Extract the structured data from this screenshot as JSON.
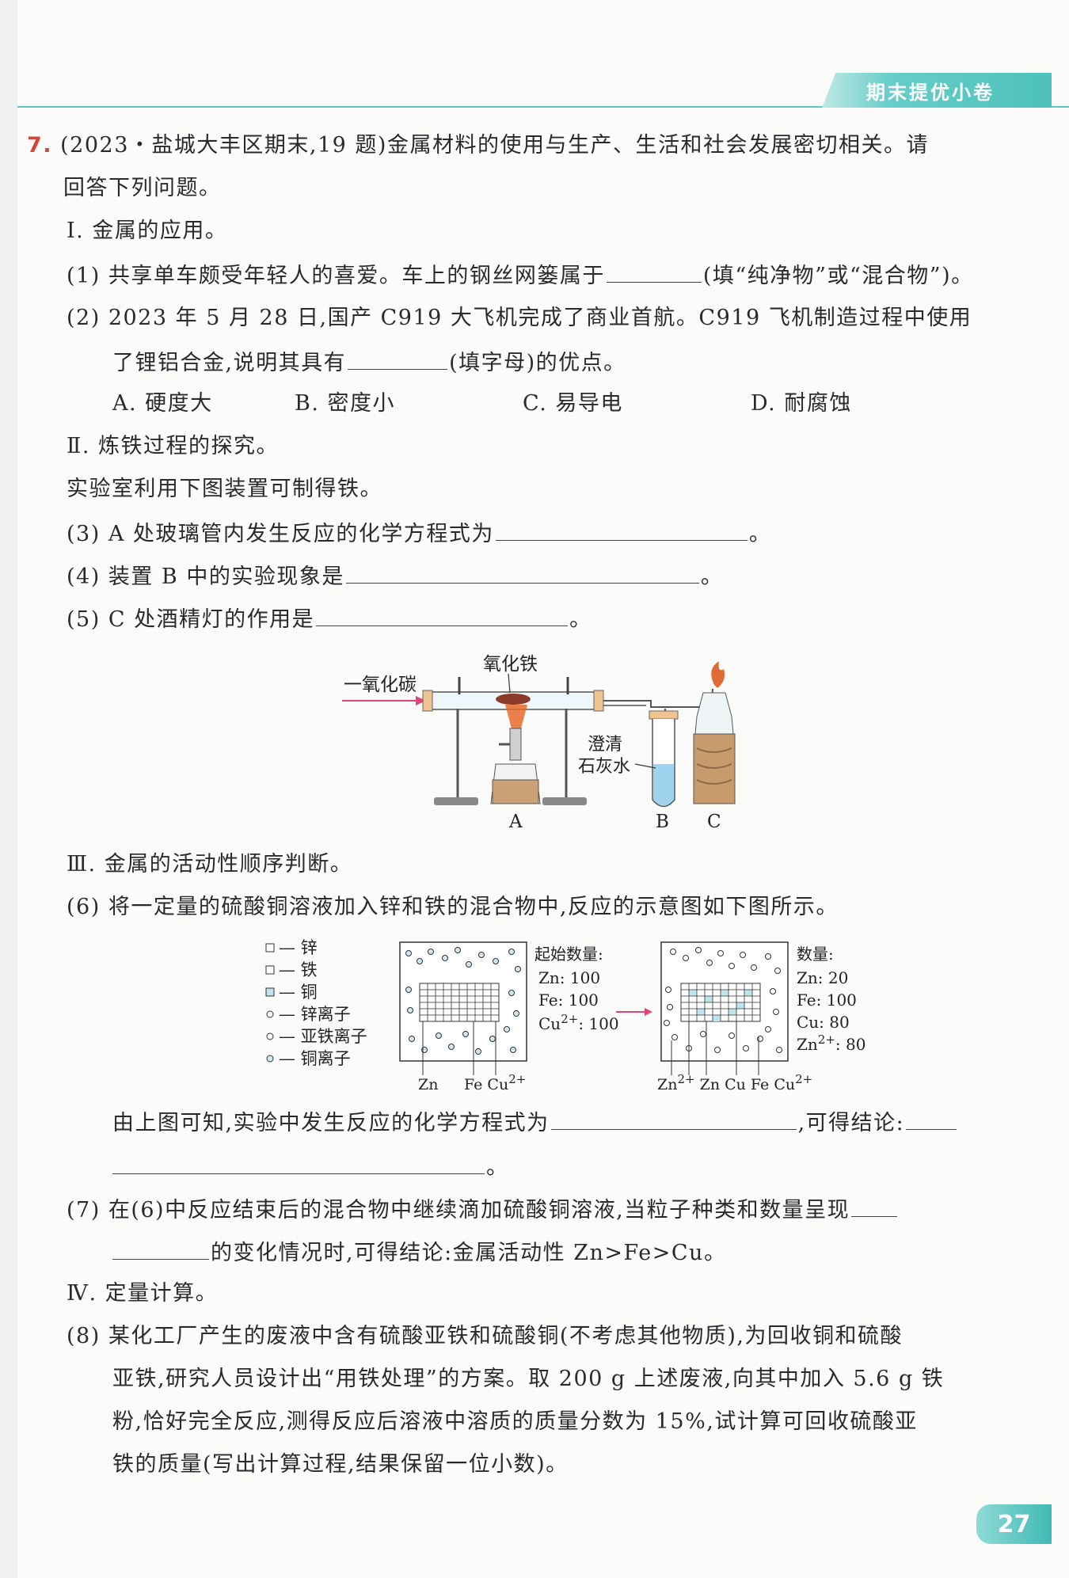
{
  "header": {
    "tab_label": "期末提优小卷"
  },
  "question": {
    "number": "7.",
    "intro_line1": "(2023・盐城大丰区期末,19 题)金属材料的使用与生产、生活和社会发展密切相关。请",
    "intro_line2": "回答下列问题。",
    "section1_title": "Ⅰ. 金属的应用。",
    "q1_a": "(1) 共享单车颇受年轻人的喜爱。车上的钢丝网篓属于",
    "q1_b": "(填“纯净物”或“混合物”)。",
    "q2_line1": "(2) 2023 年 5 月 28 日,国产 C919 大飞机完成了商业首航。C919 飞机制造过程中使用",
    "q2_a": "了锂铝合金,说明其具有",
    "q2_b": "(填字母)的优点。",
    "options": [
      "A. 硬度大",
      "B. 密度小",
      "C. 易导电",
      "D. 耐腐蚀"
    ],
    "section2_title": "Ⅱ. 炼铁过程的探究。",
    "section2_intro": "实验室利用下图装置可制得铁。",
    "q3": "(3) A 处玻璃管内发生反应的化学方程式为",
    "q4": "(4) 装置 B 中的实验现象是",
    "q5": "(5) C 处酒精灯的作用是",
    "period": "。",
    "section3_title": "Ⅲ. 金属的活动性顺序判断。",
    "q6": "(6) 将一定量的硫酸铜溶液加入锌和铁的混合物中,反应的示意图如下图所示。",
    "q6_after_a": "由上图可知,实验中发生反应的化学方程式为",
    "q6_after_b": ",可得结论:",
    "q7_a": "(7) 在(6)中反应结束后的混合物中继续滴加硫酸铜溶液,当粒子种类和数量呈现",
    "q7_b": "的变化情况时,可得结论:金属活动性 Zn>Fe>Cu。",
    "section4_title": "Ⅳ. 定量计算。",
    "q8_line1": "(8) 某化工厂产生的废液中含有硫酸亚铁和硫酸铜(不考虑其他物质),为回收铜和硫酸",
    "q8_line2": "亚铁,研究人员设计出“用铁处理”的方案。取 200 g 上述废液,向其中加入 5.6 g 铁",
    "q8_line3": "粉,恰好完全反应,测得反应后溶液中溶质的质量分数为 15%,试计算可回收硫酸亚",
    "q8_line4": "铁的质量(写出计算过程,结果保留一位小数)。"
  },
  "apparatus": {
    "co_label": "一氧化碳",
    "fe2o3_label": "氧化铁",
    "limewater_label_1": "澄清",
    "limewater_label_2": "石灰水",
    "label_a": "A",
    "label_b": "B",
    "label_c": "C"
  },
  "particle_diagram": {
    "legend": [
      "□ — 锌",
      "□ — 铁",
      "□ — 铜",
      "○ — 锌离子",
      "○ — 亚铁离子",
      "○ — 铜离子"
    ],
    "start_title": "起始数量:",
    "start_counts": [
      "Zn: 100",
      "Fe: 100",
      "Cu2+: 100"
    ],
    "end_title": "数量:",
    "end_counts": [
      "Zn: 20",
      "Fe: 100",
      "Cu: 80",
      "Zn2+: 80"
    ],
    "left_labels": [
      "Zn",
      "Fe",
      "Cu2+"
    ],
    "right_labels": [
      "Zn2+",
      "Zn",
      "Cu",
      "Fe",
      "Cu2+"
    ]
  },
  "page_number": "27",
  "colors": {
    "accent": "#4dc1bc",
    "question_number": "#d9433a",
    "arrow": "#e0457a",
    "copper": "#bfe4ee"
  }
}
